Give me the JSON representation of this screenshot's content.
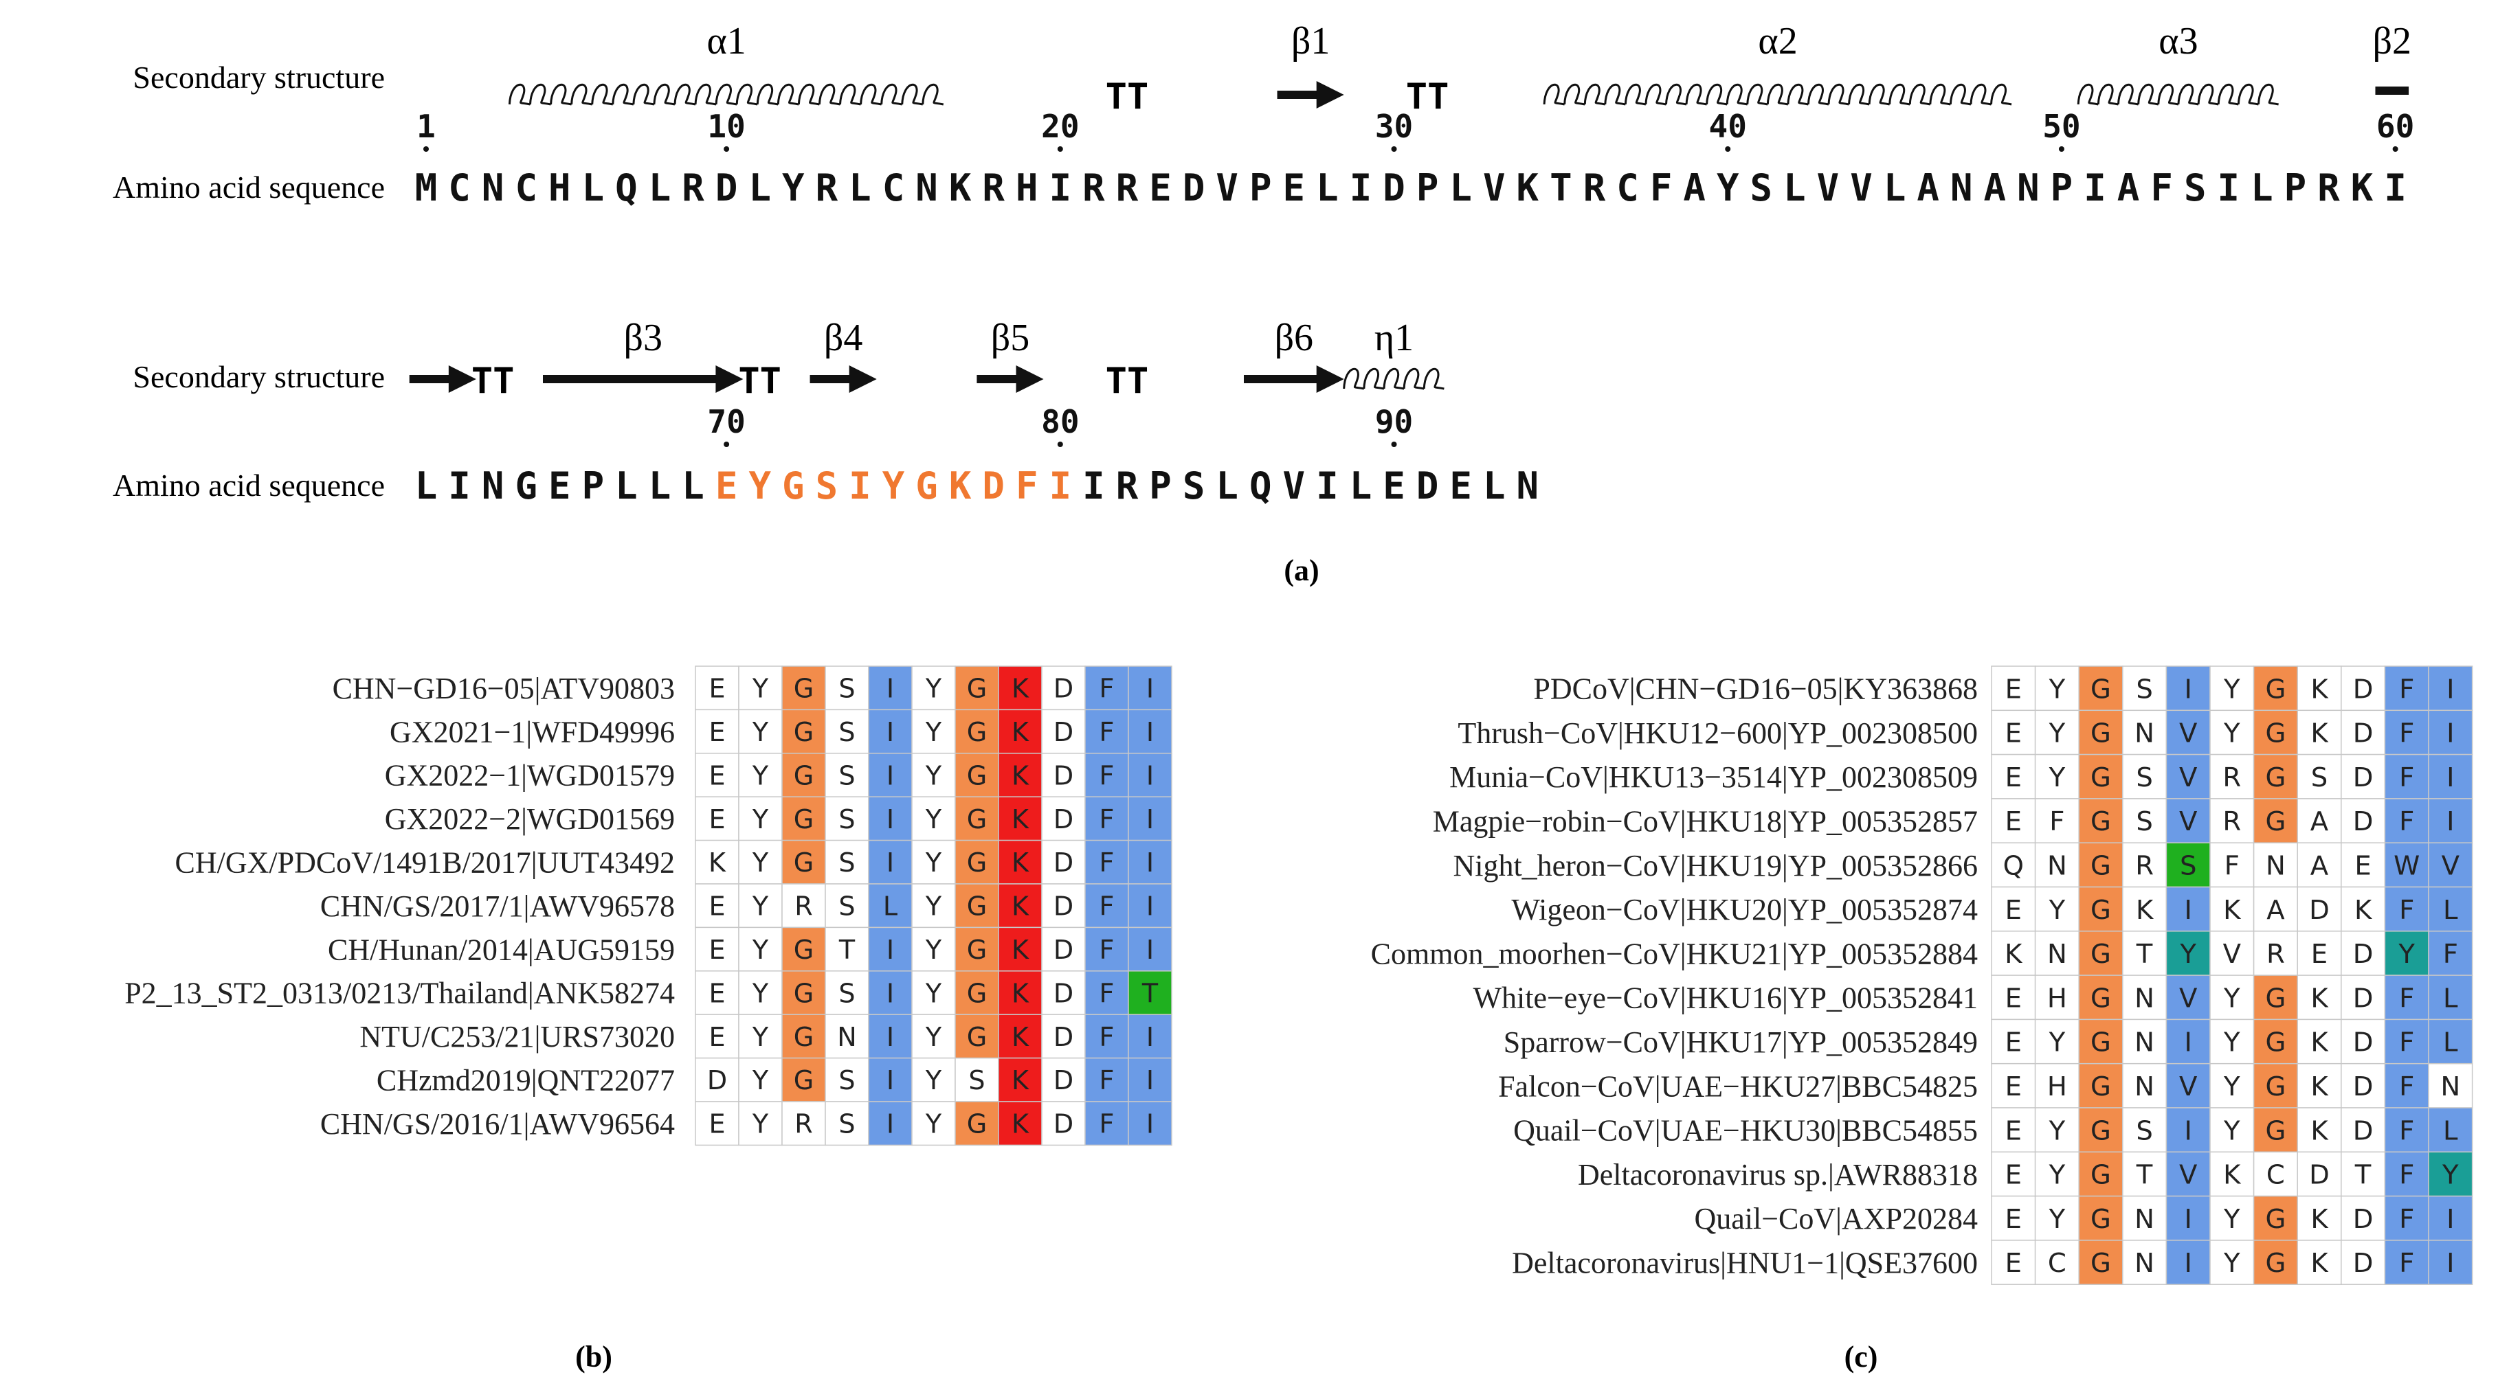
{
  "panel_a": {
    "label": "(a)",
    "row1": {
      "ss_label": "Secondary structure",
      "seq_label": "Amino acid sequence",
      "sequence": "MCNCHLQLRDLYRLCNKRHIRREDVPELIDPLVKTRCFAYSLVVLANANPIAFSILPRKI",
      "start": 1,
      "ticks": [
        "1",
        "10",
        "20",
        "30",
        "40",
        "50",
        "60"
      ],
      "elements": [
        {
          "type": "helix",
          "name": "α1",
          "from": 4,
          "to": 16
        },
        {
          "type": "turn",
          "name": "TT",
          "at": 22
        },
        {
          "type": "strand",
          "name": "β1",
          "from": 27,
          "to": 28
        },
        {
          "type": "turn",
          "name": "TT",
          "at": 31
        },
        {
          "type": "helix",
          "name": "α2",
          "from": 35,
          "to": 48
        },
        {
          "type": "helix",
          "name": "α3",
          "from": 51,
          "to": 56
        },
        {
          "type": "bar",
          "name": "β2",
          "from": 60,
          "to": 61
        }
      ]
    },
    "row2": {
      "ss_label": "Secondary structure",
      "seq_label": "Amino acid sequence",
      "sequence": "LINGEPLLLEYGSIYGKDFIIRPSLQVILEDELN",
      "start": 61,
      "highlight_from": 70,
      "highlight_to": 80,
      "highlight_color": "#f07830",
      "ticks": [
        "70",
        "80",
        "90"
      ],
      "elements": [
        {
          "type": "strand",
          "name": "",
          "from": 61,
          "to": 62
        },
        {
          "type": "turn",
          "name": "TT",
          "at": 63
        },
        {
          "type": "strand",
          "name": "β3",
          "from": 65,
          "to": 70
        },
        {
          "type": "turn",
          "name": "TT",
          "at": 71
        },
        {
          "type": "strand",
          "name": "β4",
          "from": 73,
          "to": 74
        },
        {
          "type": "strand",
          "name": "β5",
          "from": 78,
          "to": 79
        },
        {
          "type": "turn",
          "name": "TT",
          "at": 82
        },
        {
          "type": "strand",
          "name": "β6",
          "from": 86,
          "to": 88
        },
        {
          "type": "helix",
          "name": "η1",
          "from": 89,
          "to": 91
        }
      ]
    }
  },
  "colors": {
    "orange": "#f28c4b",
    "blue": "#6b9be6",
    "red": "#ee1c1c",
    "green": "#1fb01f",
    "teal": "#1a9e96"
  },
  "panel_b": {
    "label": "(b)",
    "rows": [
      {
        "name": "CHN−GD16−05|ATV90803",
        "seq": "EYGSIYGKDFI",
        "colors": [
          "",
          "",
          "O",
          "",
          "B",
          "",
          "O",
          "R",
          "",
          "B",
          "B"
        ]
      },
      {
        "name": "GX2021−1|WFD49996",
        "seq": "EYGSIYGKDFI",
        "colors": [
          "",
          "",
          "O",
          "",
          "B",
          "",
          "O",
          "R",
          "",
          "B",
          "B"
        ]
      },
      {
        "name": "GX2022−1|WGD01579",
        "seq": "EYGSIYGKDFI",
        "colors": [
          "",
          "",
          "O",
          "",
          "B",
          "",
          "O",
          "R",
          "",
          "B",
          "B"
        ]
      },
      {
        "name": "GX2022−2|WGD01569",
        "seq": "EYGSIYGKDFI",
        "colors": [
          "",
          "",
          "O",
          "",
          "B",
          "",
          "O",
          "R",
          "",
          "B",
          "B"
        ]
      },
      {
        "name": "CH/GX/PDCoV/1491B/2017|UUT43492",
        "seq": "KYGSIYGKDFI",
        "colors": [
          "",
          "",
          "O",
          "",
          "B",
          "",
          "O",
          "R",
          "",
          "B",
          "B"
        ]
      },
      {
        "name": "CHN/GS/2017/1|AWV96578",
        "seq": "EYRSLYGKDFI",
        "colors": [
          "",
          "",
          "",
          "",
          "B",
          "",
          "O",
          "R",
          "",
          "B",
          "B"
        ]
      },
      {
        "name": "CH/Hunan/2014|AUG59159",
        "seq": "EYGTIYGKDFI",
        "colors": [
          "",
          "",
          "O",
          "",
          "B",
          "",
          "O",
          "R",
          "",
          "B",
          "B"
        ]
      },
      {
        "name": "P2_13_ST2_0313/0213/Thailand|ANK58274",
        "seq": "EYGSIYGKDFT",
        "colors": [
          "",
          "",
          "O",
          "",
          "B",
          "",
          "O",
          "R",
          "",
          "B",
          "G"
        ]
      },
      {
        "name": "NTU/C253/21|URS73020",
        "seq": "EYGNIYGKDFI",
        "colors": [
          "",
          "",
          "O",
          "",
          "B",
          "",
          "O",
          "R",
          "",
          "B",
          "B"
        ]
      },
      {
        "name": "CHzmd2019|QNT22077",
        "seq": "DYGSIYSKDFI",
        "colors": [
          "",
          "",
          "O",
          "",
          "B",
          "",
          "",
          "R",
          "",
          "B",
          "B"
        ]
      },
      {
        "name": "CHN/GS/2016/1|AWV96564",
        "seq": "EYRSIYGKDFI",
        "colors": [
          "",
          "",
          "",
          "",
          "B",
          "",
          "O",
          "R",
          "",
          "B",
          "B"
        ]
      }
    ]
  },
  "panel_c": {
    "label": "(c)",
    "rows": [
      {
        "name": "PDCoV|CHN−GD16−05|KY363868",
        "seq": "EYGSIYGKDFI",
        "colors": [
          "",
          "",
          "O",
          "",
          "B",
          "",
          "O",
          "",
          "",
          "B",
          "B"
        ]
      },
      {
        "name": "Thrush−CoV|HKU12−600|YP_002308500",
        "seq": "EYGNVYGKDFI",
        "colors": [
          "",
          "",
          "O",
          "",
          "B",
          "",
          "O",
          "",
          "",
          "B",
          "B"
        ]
      },
      {
        "name": "Munia−CoV|HKU13−3514|YP_002308509",
        "seq": "EYGSVRGSDFI",
        "colors": [
          "",
          "",
          "O",
          "",
          "B",
          "",
          "O",
          "",
          "",
          "B",
          "B"
        ]
      },
      {
        "name": "Magpie−robin−CoV|HKU18|YP_005352857",
        "seq": "EFGSVRGADFI",
        "colors": [
          "",
          "",
          "O",
          "",
          "B",
          "",
          "O",
          "",
          "",
          "B",
          "B"
        ]
      },
      {
        "name": "Night_heron−CoV|HKU19|YP_005352866",
        "seq": "QNGRSFNAEWV",
        "colors": [
          "",
          "",
          "O",
          "",
          "G",
          "",
          "",
          "",
          "",
          "B",
          "B"
        ]
      },
      {
        "name": "Wigeon−CoV|HKU20|YP_005352874",
        "seq": "EYGKIKADKFL",
        "colors": [
          "",
          "",
          "O",
          "",
          "B",
          "",
          "",
          "",
          "",
          "B",
          "B"
        ]
      },
      {
        "name": "Common_moorhen−CoV|HKU21|YP_005352884",
        "seq": "KNGTYVREDYF",
        "colors": [
          "",
          "",
          "O",
          "",
          "T",
          "",
          "",
          "",
          "",
          "T",
          "B"
        ]
      },
      {
        "name": "White−eye−CoV|HKU16|YP_005352841",
        "seq": "EHGNVYGKDFL",
        "colors": [
          "",
          "",
          "O",
          "",
          "B",
          "",
          "O",
          "",
          "",
          "B",
          "B"
        ]
      },
      {
        "name": "Sparrow−CoV|HKU17|YP_005352849",
        "seq": "EYGNIYGKDFL",
        "colors": [
          "",
          "",
          "O",
          "",
          "B",
          "",
          "O",
          "",
          "",
          "B",
          "B"
        ]
      },
      {
        "name": "Falcon−CoV|UAE−HKU27|BBC54825",
        "seq": "EHGNVYGKDFN",
        "colors": [
          "",
          "",
          "O",
          "",
          "B",
          "",
          "O",
          "",
          "",
          "B",
          ""
        ]
      },
      {
        "name": "Quail−CoV|UAE−HKU30|BBC54855",
        "seq": "EYGSIYGKDFL",
        "colors": [
          "",
          "",
          "O",
          "",
          "B",
          "",
          "O",
          "",
          "",
          "B",
          "B"
        ]
      },
      {
        "name": "Deltacoronavirus sp.|AWR88318",
        "seq": "EYGTVKCDTFY",
        "colors": [
          "",
          "",
          "O",
          "",
          "B",
          "",
          "",
          "",
          "",
          "B",
          "T"
        ]
      },
      {
        "name": "Quail−CoV|AXP20284",
        "seq": "EYGNIYGKDFI",
        "colors": [
          "",
          "",
          "O",
          "",
          "B",
          "",
          "O",
          "",
          "",
          "B",
          "B"
        ]
      },
      {
        "name": "Deltacoronavirus|HNU1−1|QSE37600",
        "seq": "ECGNIYGKDFI",
        "colors": [
          "",
          "",
          "O",
          "",
          "B",
          "",
          "O",
          "",
          "",
          "B",
          "B"
        ]
      }
    ]
  }
}
